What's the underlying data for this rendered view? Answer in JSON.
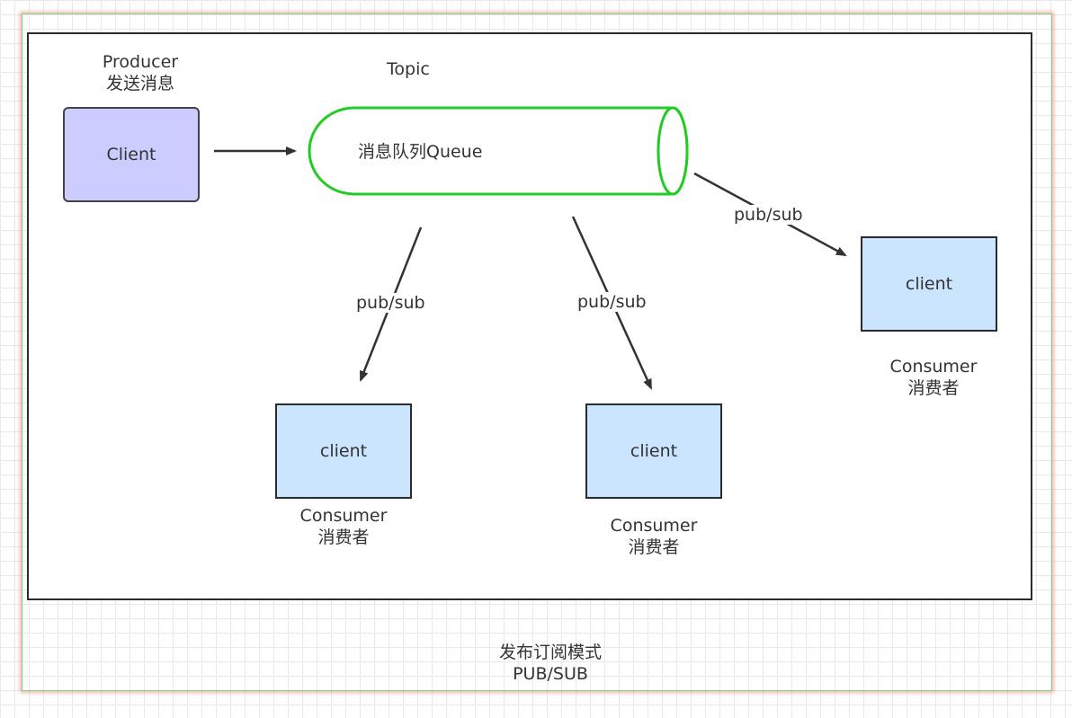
{
  "diagram": {
    "producer": {
      "title": "Producer",
      "subtitle": "发送消息",
      "node_label": "Client"
    },
    "topic": {
      "title": "Topic",
      "queue_label": "消息队列Queue"
    },
    "edge_label": "pub/sub",
    "consumers": [
      {
        "node_label": "client",
        "title": "Consumer",
        "subtitle": "消费者"
      },
      {
        "node_label": "client",
        "title": "Consumer",
        "subtitle": "消费者"
      },
      {
        "node_label": "client",
        "title": "Consumer",
        "subtitle": "消费者"
      }
    ],
    "caption": {
      "line1": "发布订阅模式",
      "line2": "PUB/SUB"
    }
  },
  "colors": {
    "producer_fill": "#ccccff",
    "consumer_fill": "#cce5ff",
    "queue_stroke": "#22cc22",
    "arrow": "#333333"
  }
}
